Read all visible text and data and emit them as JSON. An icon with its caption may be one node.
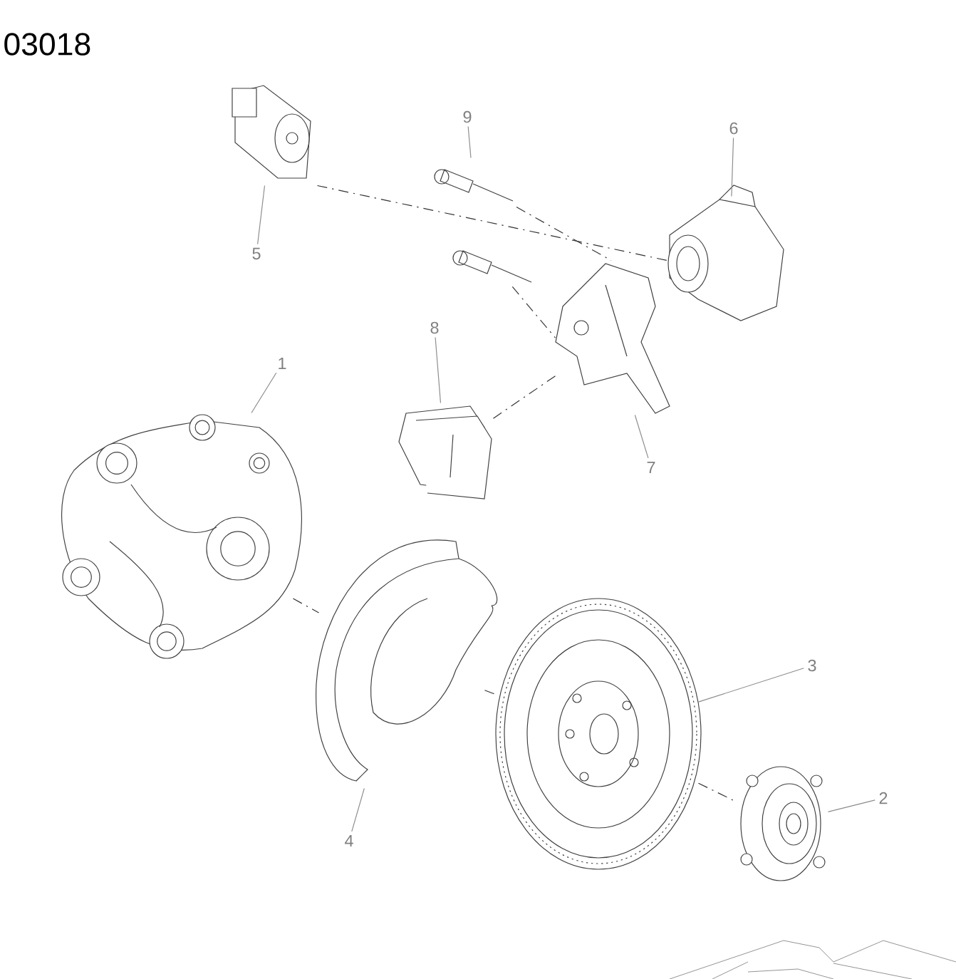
{
  "diagram": {
    "title": "03018",
    "nodes": [
      {
        "text": [
          "1"
        ]
      },
      {
        "text": [
          "2"
        ]
      },
      {
        "text": [
          "3"
        ]
      },
      {
        "text": [
          "4"
        ]
      },
      {
        "text": [
          "5"
        ]
      },
      {
        "text": [
          "6"
        ]
      },
      {
        "text": [
          "7"
        ]
      },
      {
        "text": [
          "8"
        ]
      },
      {
        "text": [
          "9"
        ]
      },
      {
        "text": [],
        "shape": "picture"
      },
      {
        "text": [],
        "shape": "picture"
      },
      {
        "text": [],
        "shape": "picture"
      },
      {
        "text": [],
        "shape": "picture"
      },
      {
        "text": [],
        "shape": "picture"
      },
      {
        "text": [],
        "shape": "picture"
      },
      {
        "text": [],
        "shape": "picture"
      },
      {
        "text": [],
        "shape": "picture"
      },
      {
        "text": [],
        "shape": "picture"
      },
      {
        "text": [],
        "shape": "picture"
      }
    ],
    "edges": [
      {
        "from": 0,
        "to": 9,
        "arrow": "none"
      },
      {
        "from": 1,
        "to": 10,
        "arrow": "none"
      },
      {
        "from": 2,
        "to": 11,
        "arrow": "none"
      },
      {
        "from": 3,
        "to": 12,
        "arrow": "none"
      },
      {
        "from": 4,
        "to": 13,
        "arrow": "none"
      },
      {
        "from": 5,
        "to": 14,
        "arrow": "none"
      },
      {
        "from": 6,
        "to": 15,
        "arrow": "none"
      },
      {
        "from": 7,
        "to": 16,
        "arrow": "none"
      },
      {
        "from": 8,
        "to": 17,
        "arrow": "none"
      },
      {
        "from": 9,
        "to": 12,
        "arrow": "none",
        "style": "dashed"
      },
      {
        "from": 12,
        "to": 11,
        "arrow": "none",
        "style": "dashed"
      },
      {
        "from": 11,
        "to": 10,
        "arrow": "none",
        "style": "dashed"
      },
      {
        "from": 13,
        "to": 14,
        "arrow": "none",
        "style": "dashed"
      },
      {
        "from": 17,
        "to": 15,
        "arrow": "none",
        "style": "dashed"
      },
      {
        "from": 18,
        "to": 15,
        "arrow": "none",
        "style": "dashed"
      },
      {
        "from": 16,
        "to": 15,
        "arrow": "none",
        "style": "dashed"
      }
    ]
  }
}
